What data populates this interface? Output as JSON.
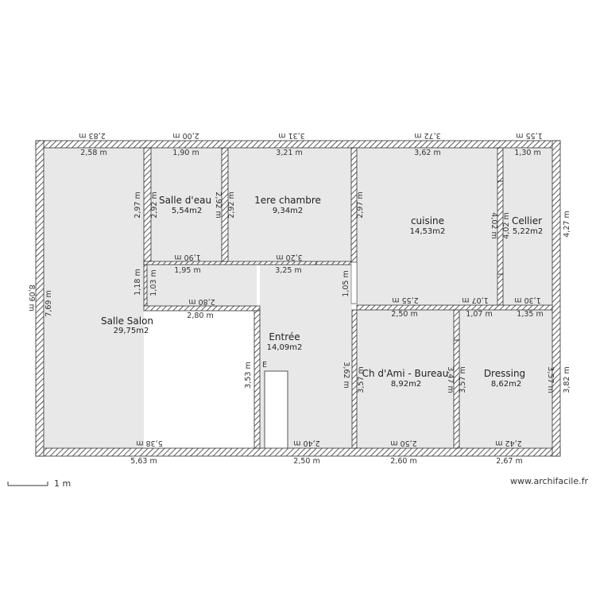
{
  "plan": {
    "rooms": [
      {
        "name": "Salle Salon",
        "area": "29,75m2"
      },
      {
        "name": "Salle d'eau",
        "area": "5,54m2"
      },
      {
        "name": "1ere chambre",
        "area": "9,34m2"
      },
      {
        "name": "cuisine",
        "area": "14,53m2"
      },
      {
        "name": "Cellier",
        "area": "5,22m2"
      },
      {
        "name": "Entrée",
        "area": "14,09m2"
      },
      {
        "name": "Ch d'Ami - Bureau",
        "area": "8,92m2"
      },
      {
        "name": "Dressing",
        "area": "8,62m2"
      }
    ],
    "dims": {
      "top_outer": [
        "2,83 m",
        "2,00 m",
        "3,31 m",
        "3,72 m",
        "1,55 m"
      ],
      "top_inner": [
        "2,58 m",
        "1,90 m",
        "3,21 m",
        "3,62 m",
        "1,30 m"
      ],
      "left_outer": "8,09 m",
      "left_inner": "7,69 m",
      "right_upper": "4,27 m",
      "right_lower": "3,82 m",
      "bottom_outer": [
        "5,63 m",
        "2,50 m",
        "2,60 m",
        "2,67 m"
      ],
      "bottom_inner": [
        "5,38 m",
        "2,40 m",
        "2,50 m",
        "2,42 m"
      ],
      "sde_left": "2,97 m",
      "sde_right": "2,92 m",
      "sde_inner": "2,92 m",
      "sde_bottom": "1,90 m",
      "sde_below": "1,95 m",
      "ch_right": "2,92 m",
      "ch_bottom": "3,20 m",
      "ch_below": "3,25 m",
      "cuis_left": "2,97 m",
      "cuis_right": "4,02 m",
      "cuis_bottom": "2,55 m",
      "cuis_corner": "1,07 m",
      "cel_left": "4,02 m",
      "cel_bottom": "1,30 m",
      "corr_left": "1,18 m",
      "corr_inner": "1,03 m",
      "entree_right": "1,05 m",
      "entree_top": "2,80 m",
      "entree_top_below": "2,80 m",
      "entree_left": "3,53 m",
      "entree_wall": "3,62 m",
      "bur_left": "3,57 m",
      "bur_top": "2,50 m",
      "bur_right": "3,47 m",
      "dres_left": "3,57 m",
      "dres_top": "1,07 m",
      "dres_top2": "1,35 m",
      "dres_right": "3,57 m",
      "door_letter": "E"
    },
    "scale_label": "1 m",
    "brand": "www.archifacile.fr"
  }
}
